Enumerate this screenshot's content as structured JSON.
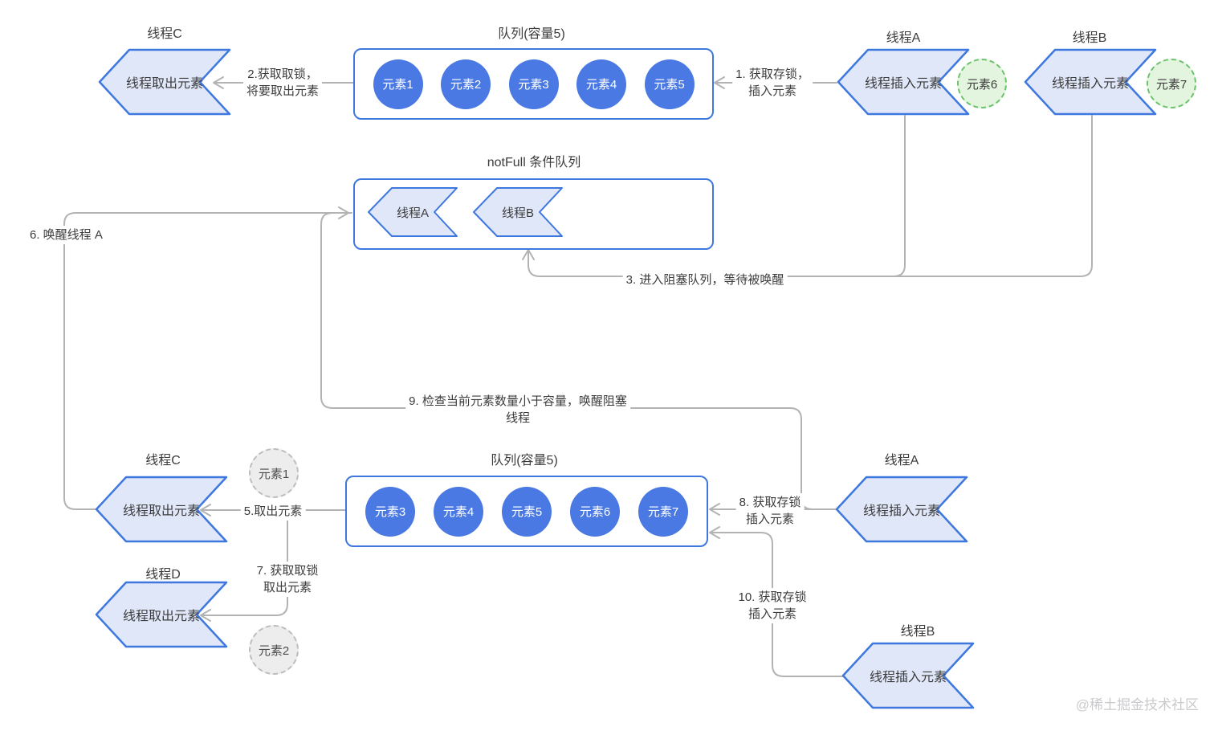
{
  "colors": {
    "accent_blue": "#3e77de",
    "shape_fill": "#dfe7f9",
    "element_blue": "#4a79e3",
    "ghost_green_border": "#6cc26c",
    "ghost_green_fill": "#e4f5df",
    "ghost_gray_border": "#bdbdbd",
    "ghost_gray_fill": "#ededed",
    "connector_gray": "#b3b3b3"
  },
  "top": {
    "thread_c_title": "线程C",
    "thread_c_label": "线程取出元素",
    "step2_line1": "2.获取取锁，",
    "step2_line2": "将要取出元素",
    "queue_title": "队列(容量5)",
    "queue_elements": [
      "元素1",
      "元素2",
      "元素3",
      "元素4",
      "元素5"
    ],
    "step1_line1": "1. 获取存锁，",
    "step1_line2": "插入元素",
    "thread_a_title": "线程A",
    "thread_a_label": "线程插入元素",
    "thread_a_pending": "元素6",
    "thread_b_title": "线程B",
    "thread_b_label": "线程插入元素",
    "thread_b_pending": "元素7"
  },
  "notfull": {
    "title": "notFull 条件队列",
    "thread_a": "线程A",
    "thread_b": "线程B"
  },
  "steps": {
    "step3": "3. 进入阻塞队列，等待被唤醒",
    "step6": "6. 唤醒线程 A",
    "step9_line1": "9. 检查当前元素数量小于容量，唤醒阻塞",
    "step9_line2": "线程"
  },
  "bottom": {
    "thread_c_title": "线程C",
    "thread_c_label": "线程取出元素",
    "ghost1": "元素1",
    "step5": "5.取出元素",
    "step7_line1": "7. 获取取锁",
    "step7_line2": "取出元素",
    "thread_d_title": "线程D",
    "thread_d_label": "线程取出元素",
    "ghost2": "元素2",
    "queue_title": "队列(容量5)",
    "queue_elements": [
      "元素3",
      "元素4",
      "元素5",
      "元素6",
      "元素7"
    ],
    "step8_line1": "8. 获取存锁",
    "step8_line2": "插入元素",
    "thread_a_title": "线程A",
    "thread_a_label": "线程插入元素",
    "step10_line1": "10. 获取存锁",
    "step10_line2": "插入元素",
    "thread_b_title": "线程B",
    "thread_b_label": "线程插入元素"
  },
  "watermark": "@稀土掘金技术社区"
}
